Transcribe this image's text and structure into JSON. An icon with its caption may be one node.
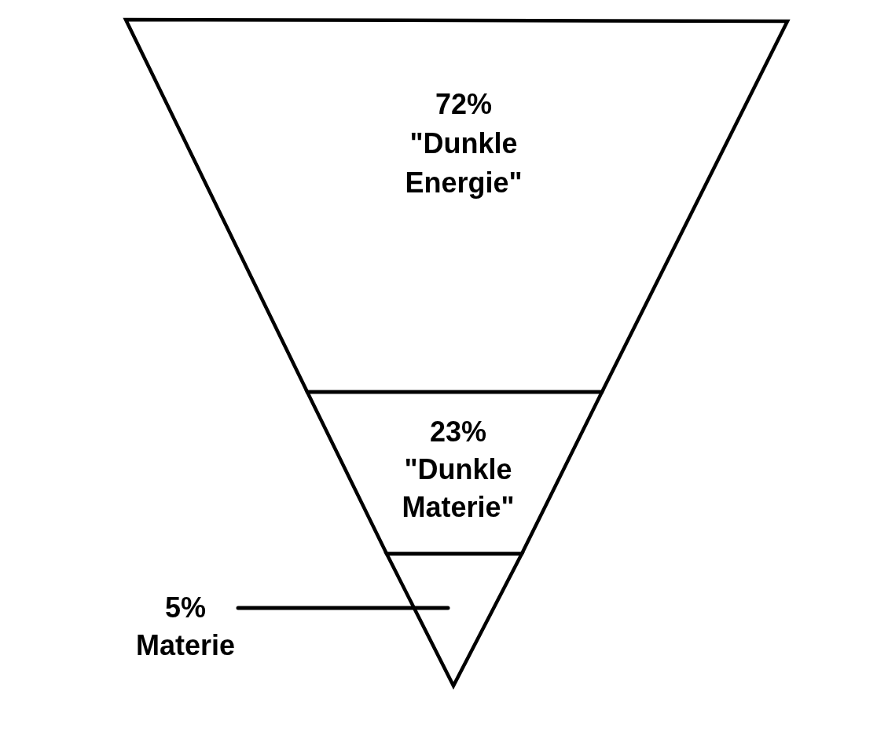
{
  "diagram": {
    "nodes": [
      {
        "text": [
          "72% \"Dunkle Energie\""
        ]
      },
      {
        "text": [
          "23% \"Dunkle Materie\""
        ]
      },
      {
        "text": [],
        "shape": "triangle"
      },
      {
        "text": [
          "5% Materie"
        ]
      }
    ],
    "edges": [
      {
        "from": 3,
        "to": 2,
        "arrow": "none"
      }
    ]
  }
}
